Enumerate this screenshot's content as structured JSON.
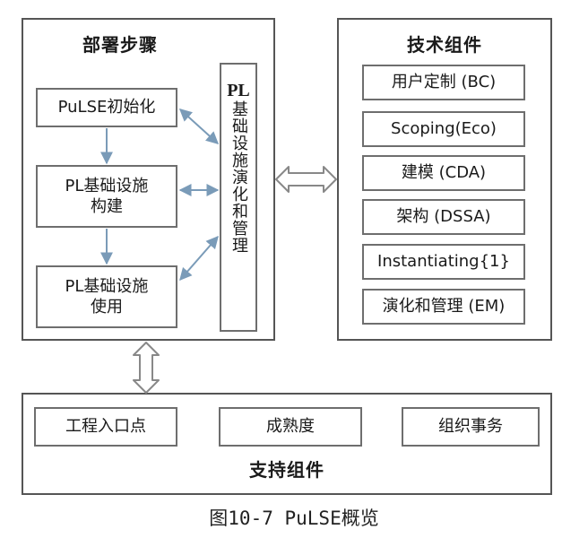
{
  "deploy": {
    "title": "部署步骤",
    "steps": [
      "PuLSE初始化",
      "PL基础设施构建",
      "PL基础设施使用"
    ],
    "side_prefix": "PL",
    "side_text": "基础设施演化和管理"
  },
  "tech": {
    "title": "技术组件",
    "components": [
      "用户定制 (BC)",
      "Scoping(Eco)",
      "建模 (CDA)",
      "架构 (DSSA)",
      "Instantiating{1}",
      "演化和管理 (EM)"
    ]
  },
  "support": {
    "title": "支持组件",
    "items": [
      "工程入口点",
      "成熟度",
      "组织事务"
    ]
  },
  "caption": "图10-7 PuLSE概览",
  "colors": {
    "border": "#6e6e6e",
    "arrow": "#7a9bb8",
    "hollow_arrow": "#888888"
  }
}
